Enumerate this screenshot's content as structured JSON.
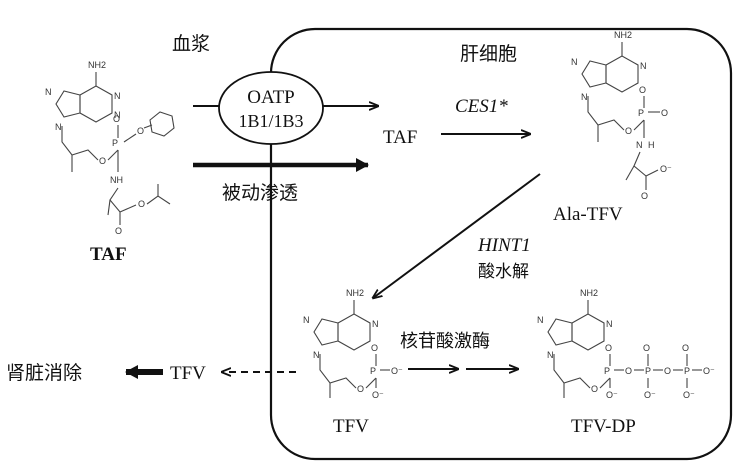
{
  "compartments": {
    "plasma_label": "血浆",
    "hepatocyte_label": "肝细胞"
  },
  "transporter": {
    "line1": "OATP",
    "line2": "1B1/1B3"
  },
  "labels": {
    "passive_diffusion": "被动渗透",
    "taf_plasma": "TAF",
    "taf_cell": "TAF",
    "ces1": "CES1*",
    "ala_tfv": "Ala-TFV",
    "hint1": "HINT1",
    "acid_hydrolysis": "酸水解",
    "tfv_cell": "TFV",
    "nucleotide_kinase": "核苷酸激酶",
    "tfv_dp": "TFV-DP",
    "tfv_out": "TFV",
    "renal_elimination": "肾脏消除"
  },
  "atoms": {
    "nh2": "NH2",
    "n": "N",
    "o": "O",
    "p": "P",
    "nh": "NH",
    "h": "H",
    "o_minus": "O⁻"
  },
  "colors": {
    "line": "#111111",
    "structure": "#444444",
    "background": "#ffffff"
  }
}
